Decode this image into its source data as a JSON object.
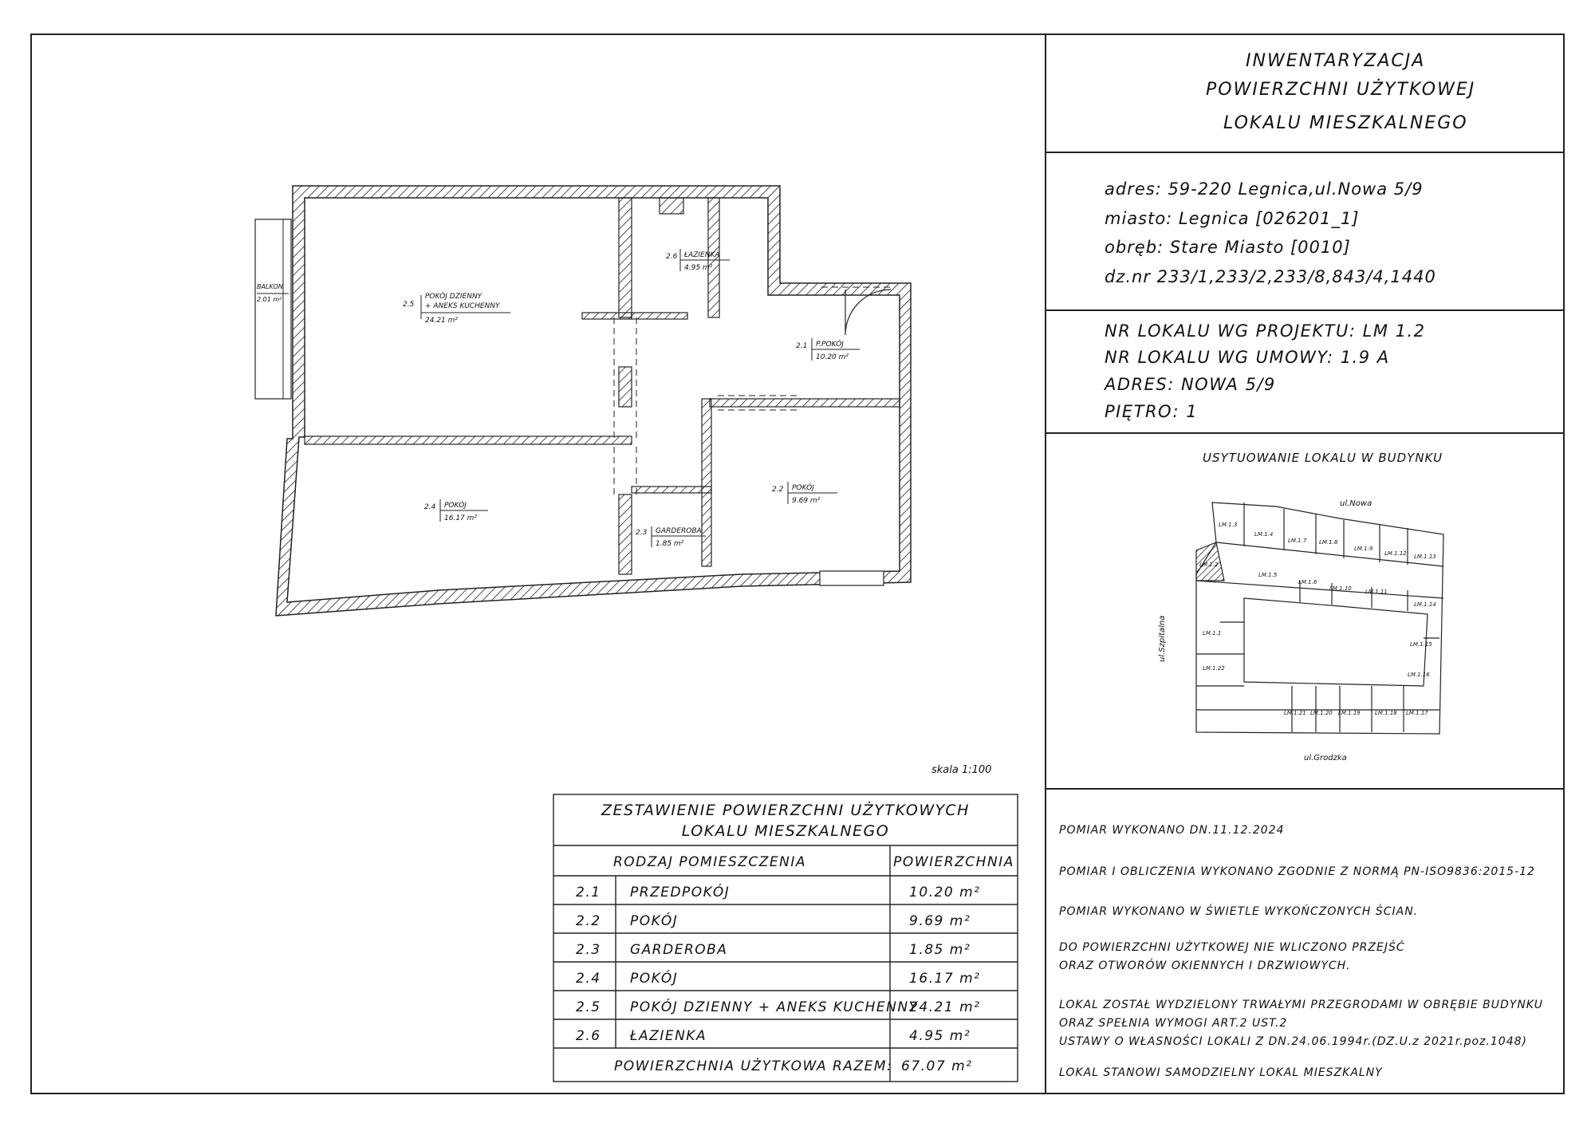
{
  "title_block": {
    "lines": [
      "INWENTARYZACJA",
      "POWIERZCHNI UŻYTKOWEJ",
      "LOKALU MIESZKALNEGO"
    ]
  },
  "address": {
    "adres": "adres: 59-220 Legnica,ul.Nowa 5/9",
    "miasto": "miasto: Legnica [026201_1]",
    "obreb": "obręb: Stare Miasto [0010]",
    "dz": "dz.nr 233/1,233/2,233/8,843/4,1440"
  },
  "unit_info": {
    "nr_projekt": "NR LOKALU WG PROJEKTU: LM 1.2",
    "nr_umowa": "NR LOKALU WG UMOWY: 1.9 A",
    "adres": "ADRES: NOWA 5/9",
    "pietro": "PIĘTRO: 1"
  },
  "location": {
    "heading": "USYTUOWANIE LOKALU W BUDYNKU",
    "street_top": "ul.Nowa",
    "street_left": "ul.Szpitalna",
    "street_bottom": "ul.Grodzka",
    "units": [
      "LM.1.3",
      "LM.1.4",
      "LM.1.7",
      "LM.1.8",
      "LM.1.9",
      "LM.1.12",
      "LM.1.13",
      "LM.1.2",
      "LM.1.5",
      "LM.1.6",
      "LM.1.10",
      "LM.1.11",
      "LM.1.14",
      "LM.1.1",
      "LM.1.15",
      "LM.1.22",
      "LM.1.16",
      "LM.1.21",
      "LM.1.20",
      "LM.1.19",
      "LM.1.18",
      "LM.1.17"
    ]
  },
  "notes": [
    "POMIAR WYKONANO DN.11.12.2024",
    "POMIAR I OBLICZENIA WYKONANO ZGODNIE Z NORMĄ PN-ISO9836:2015-12",
    "POMIAR WYKONANO W ŚWIETLE WYKOŃCZONYCH ŚCIAN.",
    "DO POWIERZCHNI UŻYTKOWEJ NIE WLICZONO PRZEJŚĆ",
    "ORAZ OTWORÓW OKIENNYCH I DRZWIOWYCH.",
    "LOKAL ZOSTAŁ WYDZIELONY TRWAŁYMI PRZEGRODAMI W OBRĘBIE BUDYNKU",
    "ORAZ SPEŁNIA WYMOGI ART.2 UST.2",
    "USTAWY O WŁASNOŚCI LOKALI Z DN.24.06.1994r.(DZ.U.z 2021r.poz.1048)",
    "LOKAL STANOWI SAMODZIELNY LOKAL MIESZKALNY"
  ],
  "scale": "skala 1:100",
  "plan": {
    "rooms": [
      {
        "num": "2.5",
        "name1": "POKÓJ DZIENNY",
        "name2": "+ ANEKS KUCHENNY",
        "area": "24.21 m²"
      },
      {
        "num": "2.6",
        "name1": "ŁAZIENKA",
        "name2": "",
        "area": "4.95 m²"
      },
      {
        "num": "2.1",
        "name1": "P.POKÓJ",
        "name2": "",
        "area": "10.20 m²"
      },
      {
        "num": "2.2",
        "name1": "POKÓJ",
        "name2": "",
        "area": "9.69 m²"
      },
      {
        "num": "2.4",
        "name1": "POKÓJ",
        "name2": "",
        "area": "16.17 m²"
      },
      {
        "num": "2.3",
        "name1": "GARDEROBA",
        "name2": "",
        "area": "1.85 m²"
      }
    ],
    "balcony": {
      "name": "BALKON",
      "area": "2.01 m²"
    }
  },
  "table": {
    "title1": "ZESTAWIENIE POWIERZCHNI UŻYTKOWYCH",
    "title2": "LOKALU MIESZKALNEGO",
    "col_type": "RODZAJ POMIESZCZENIA",
    "col_area": "POWIERZCHNIA",
    "rows": [
      {
        "num": "2.1",
        "name": "PRZEDPOKÓJ",
        "area": "10.20 m²"
      },
      {
        "num": "2.2",
        "name": "POKÓJ",
        "area": "9.69 m²"
      },
      {
        "num": "2.3",
        "name": "GARDEROBA",
        "area": "1.85 m²"
      },
      {
        "num": "2.4",
        "name": "POKÓJ",
        "area": "16.17 m²"
      },
      {
        "num": "2.5",
        "name": "POKÓJ DZIENNY + ANEKS KUCHENNY",
        "area": "24.21 m²"
      },
      {
        "num": "2.6",
        "name": "ŁAZIENKA",
        "area": "4.95 m²"
      }
    ],
    "total_label": "POWIERZCHNIA UŻYTKOWA RAZEM:",
    "total_value": "67.07 m²"
  }
}
